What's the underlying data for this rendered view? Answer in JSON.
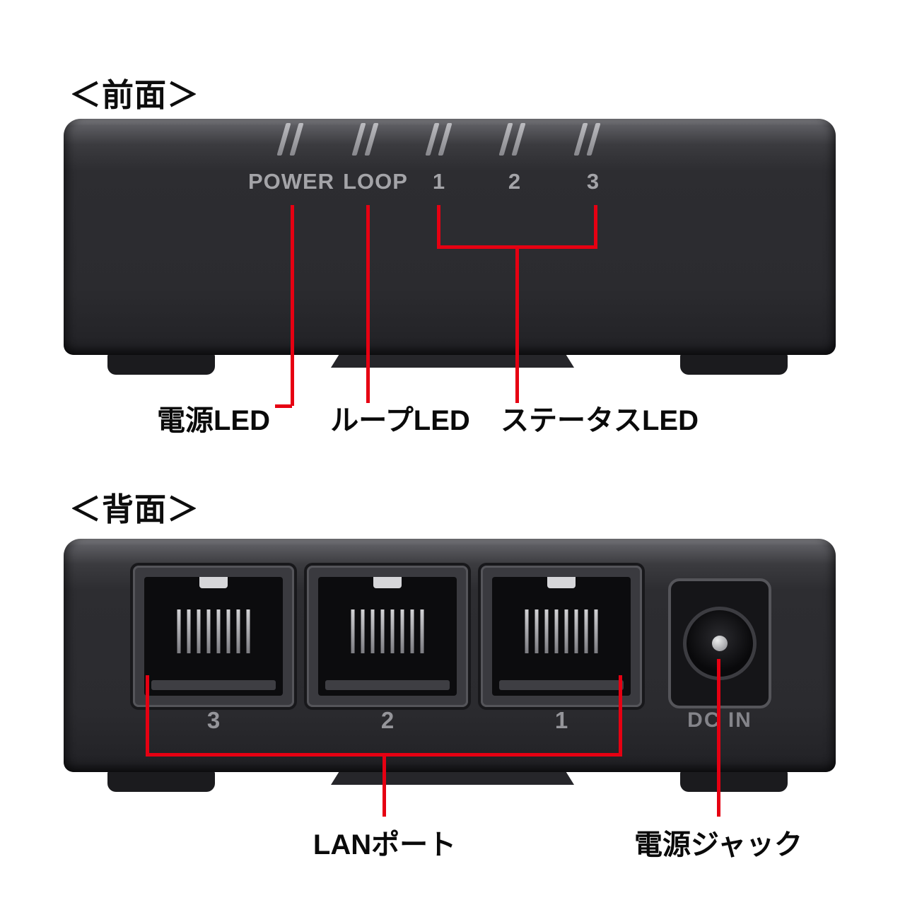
{
  "colors": {
    "annotation_red": "#e60012",
    "device_body": "#2b2b2f",
    "device_panel_text": "#a4a4a8",
    "background": "#ffffff"
  },
  "front": {
    "heading": "＜前面＞",
    "panel_labels": [
      "POWER",
      "LOOP",
      "1",
      "2",
      "3"
    ],
    "annotations": {
      "power": "電源LED",
      "loop": "ループLED",
      "status": "ステータスLED"
    }
  },
  "back": {
    "heading": "＜背面＞",
    "port_labels": [
      "3",
      "2",
      "1"
    ],
    "dc_label": "DC IN",
    "annotations": {
      "lan": "LANポート",
      "jack": "電源ジャック"
    }
  }
}
